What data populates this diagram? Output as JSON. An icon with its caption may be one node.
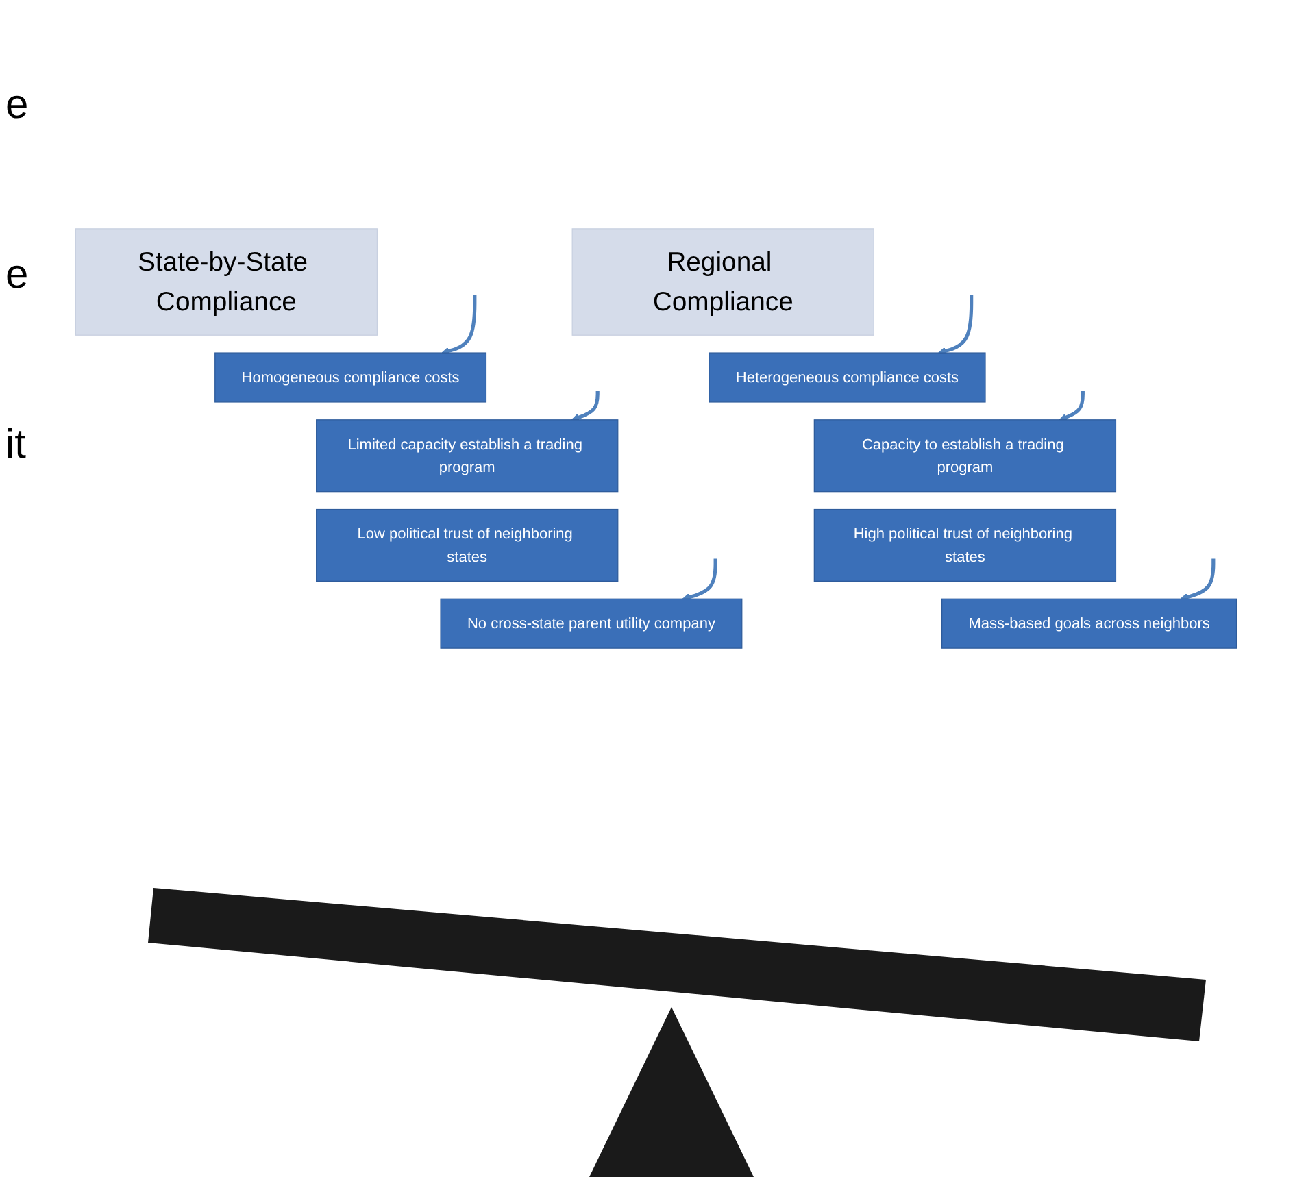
{
  "diagram": {
    "nodes": [
      {
        "text": [
          "State-by-State Compliance"
        ]
      },
      {
        "text": [
          "Homogeneous compliance costs"
        ]
      },
      {
        "text": [
          "Limited capacity establish a trading program"
        ]
      },
      {
        "text": [
          "Low political trust of neighboring states"
        ]
      },
      {
        "text": [
          "No cross-state parent utility company"
        ]
      },
      {
        "text": [
          "Regional Compliance"
        ]
      },
      {
        "text": [
          "Heterogeneous compliance costs"
        ]
      },
      {
        "text": [
          "Capacity to establish a trading program"
        ]
      },
      {
        "text": [
          "High political trust of neighboring states"
        ]
      },
      {
        "text": [
          "Mass-based goals across neighbors"
        ]
      }
    ],
    "edges": [
      {
        "from": null,
        "to": 1,
        "arrow": "to"
      },
      {
        "from": null,
        "to": 2,
        "arrow": "to"
      },
      {
        "from": null,
        "to": 4,
        "arrow": "to"
      },
      {
        "from": null,
        "to": 6,
        "arrow": "to"
      },
      {
        "from": null,
        "to": 7,
        "arrow": "to"
      },
      {
        "from": null,
        "to": 9,
        "arrow": "to"
      }
    ],
    "labels": [
      "e",
      "e",
      "it"
    ]
  }
}
